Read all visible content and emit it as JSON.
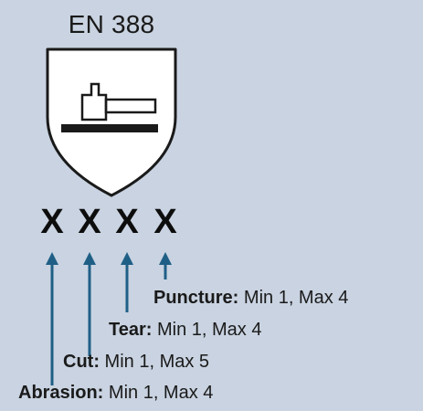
{
  "standard": "EN 388",
  "ratings": [
    "X",
    "X",
    "X",
    "X"
  ],
  "arrow_color": "#1f5f86",
  "legend": [
    {
      "label": "Puncture:",
      "range": "Min 1, Max 4"
    },
    {
      "label": "Tear:",
      "range": "Min 1, Max 4"
    },
    {
      "label": "Cut:",
      "range": "Min 1, Max 5"
    },
    {
      "label": "Abrasion:",
      "range": "Min 1, Max 4"
    }
  ],
  "icons": {
    "shield": "shield-icon",
    "hammer": "hammer-icon"
  }
}
